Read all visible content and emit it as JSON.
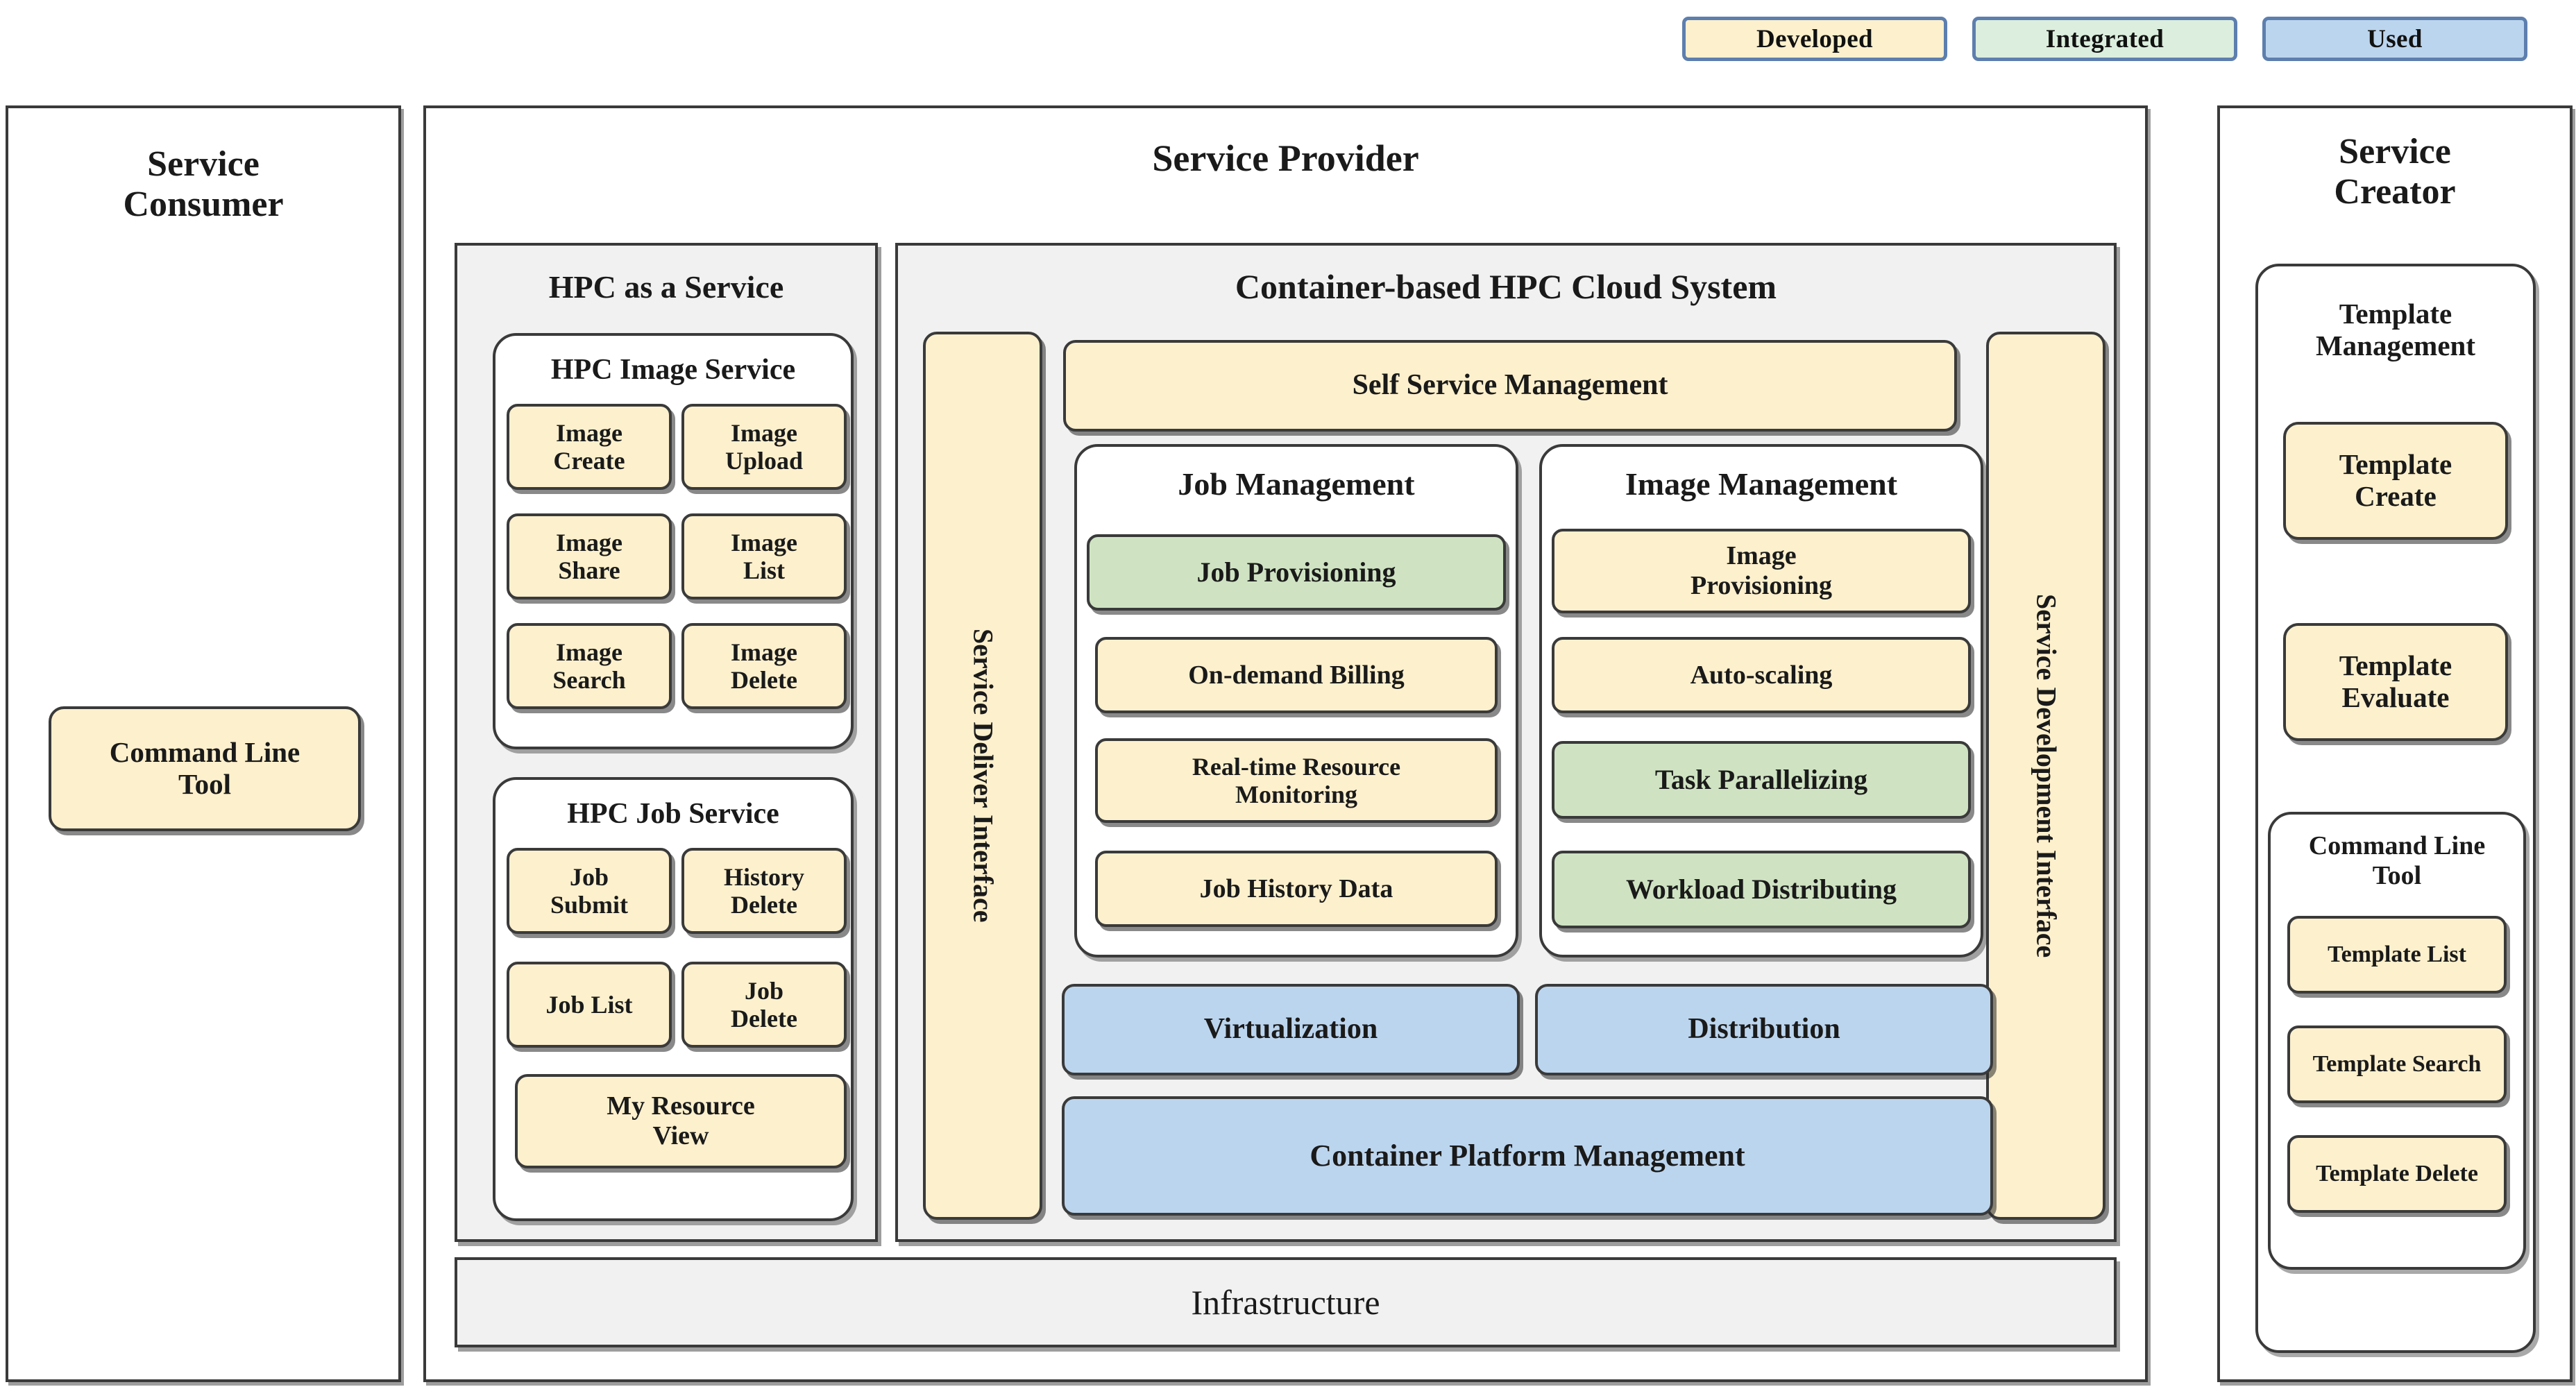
{
  "legend": {
    "items": [
      {
        "label": "Developed",
        "color": "#fdf0cd"
      },
      {
        "label": "Integrated",
        "color": "#dceedd"
      },
      {
        "label": "Used",
        "color": "#bcd5ee"
      }
    ]
  },
  "service_consumer": {
    "title": "Service\nConsumer",
    "command_line_tool": "Command Line\nTool"
  },
  "service_provider": {
    "title": "Service Provider",
    "infrastructure": "Infrastructure",
    "hpc_as_a_service": {
      "title": "HPC as a Service",
      "image_service": {
        "title": "HPC Image Service",
        "items": [
          "Image\nCreate",
          "Image\nUpload",
          "Image\nShare",
          "Image\nList",
          "Image\nSearch",
          "Image\nDelete"
        ]
      },
      "job_service": {
        "title": "HPC Job Service",
        "items": [
          "Job\nSubmit",
          "History\nDelete",
          "Job List",
          "Job\nDelete"
        ],
        "wide_item": "My Resource\nView"
      }
    },
    "cloud_system": {
      "title": "Container-based  HPC Cloud System",
      "deliver_interface": "Service Deliver Interface",
      "development_interface": "Service Development Interface",
      "self_service_management": "Self  Service  Management",
      "job_management": {
        "title": "Job Management",
        "items": [
          {
            "label": "Job Provisioning",
            "status": "Integrated"
          },
          {
            "label": "On-demand  Billing",
            "status": "Developed"
          },
          {
            "label": "Real-time Resource\nMonitoring",
            "status": "Developed"
          },
          {
            "label": "Job History Data",
            "status": "Developed"
          }
        ]
      },
      "image_management": {
        "title": "Image Management",
        "items": [
          {
            "label": "Image\nProvisioning",
            "status": "Developed"
          },
          {
            "label": "Auto-scaling",
            "status": "Developed"
          },
          {
            "label": "Task Parallelizing",
            "status": "Integrated"
          },
          {
            "label": "Workload Distributing",
            "status": "Integrated"
          }
        ]
      },
      "platform_items": [
        {
          "label": "Virtualization",
          "status": "Used"
        },
        {
          "label": "Distribution",
          "status": "Used"
        }
      ],
      "container_platform_management": {
        "label": "Container Platform Management",
        "status": "Used"
      }
    }
  },
  "service_creator": {
    "title": "Service\nCreator",
    "template_management": {
      "title": "Template\nManagement",
      "items": [
        "Template\nCreate",
        "Template\nEvaluate"
      ]
    },
    "command_line_tool": {
      "title": "Command Line\nTool",
      "items": [
        "Template List",
        "Template Search",
        "Template Delete"
      ]
    }
  },
  "colors": {
    "developed": "#fdf0cd",
    "integrated": "#cfe3c2",
    "used": "#bcd5ee",
    "frame": "#3a3a3a",
    "gray_panel": "#f1f1f1",
    "legend_border": "#5d7fae"
  }
}
